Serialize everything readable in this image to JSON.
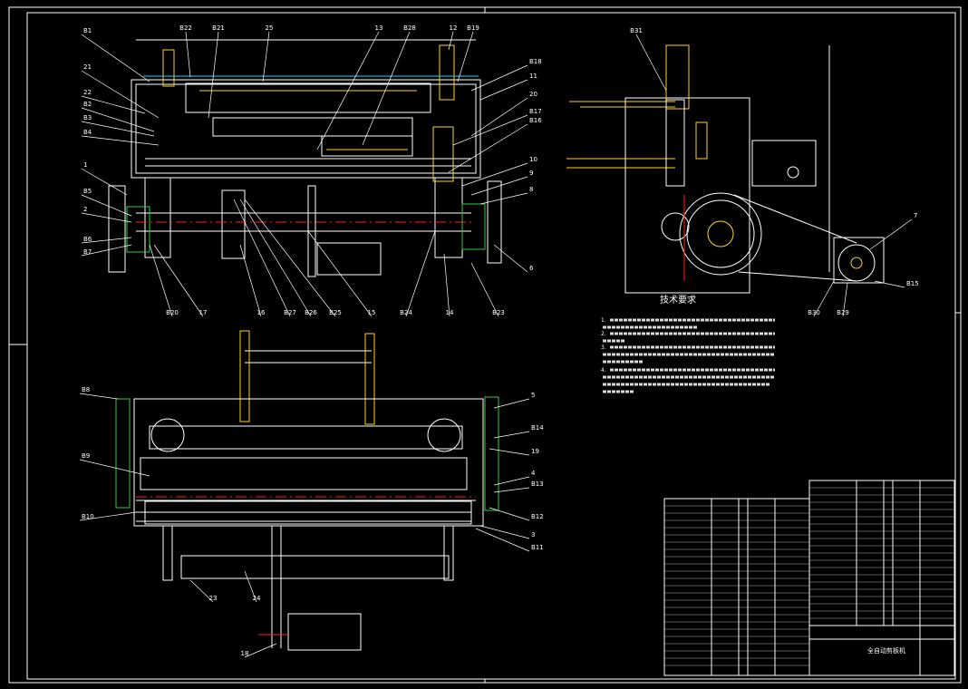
{
  "colors": {
    "background": "#000000",
    "line": "#ffffff",
    "part": "#ffd21e",
    "red": "#ff2020",
    "green": "#2ecc40",
    "cyan": "#20d0ff",
    "magenta": "#ff40ff"
  },
  "balloons": {
    "front_left": [
      "B1",
      "21",
      "22",
      "B2",
      "B3",
      "B4",
      "1",
      "B5",
      "2",
      "B6",
      "B7"
    ],
    "front_top": [
      "B22",
      "B21",
      "25",
      "13",
      "B28",
      "12",
      "B19"
    ],
    "front_right": [
      "B18",
      "11",
      "20",
      "B17",
      "B16",
      "10",
      "9",
      "8",
      "6"
    ],
    "front_bottom": [
      "B20",
      "17",
      "16",
      "B27",
      "B26",
      "B25",
      "15",
      "B24",
      "14",
      "B23"
    ],
    "side_view": [
      "B31",
      "7",
      "B30",
      "B29",
      "B15"
    ],
    "top_left": [
      "B8",
      "B9",
      "B10"
    ],
    "top_right": [
      "5",
      "B14",
      "19",
      "4",
      "B13",
      "B12",
      "3",
      "B11"
    ],
    "top_bottom": [
      "23",
      "24",
      "18"
    ]
  },
  "notes": {
    "title": "技术要求",
    "lines": [
      "1.",
      "2.",
      "3.",
      "4."
    ]
  },
  "title_block": {
    "name_cell": "全自动剪板机"
  }
}
